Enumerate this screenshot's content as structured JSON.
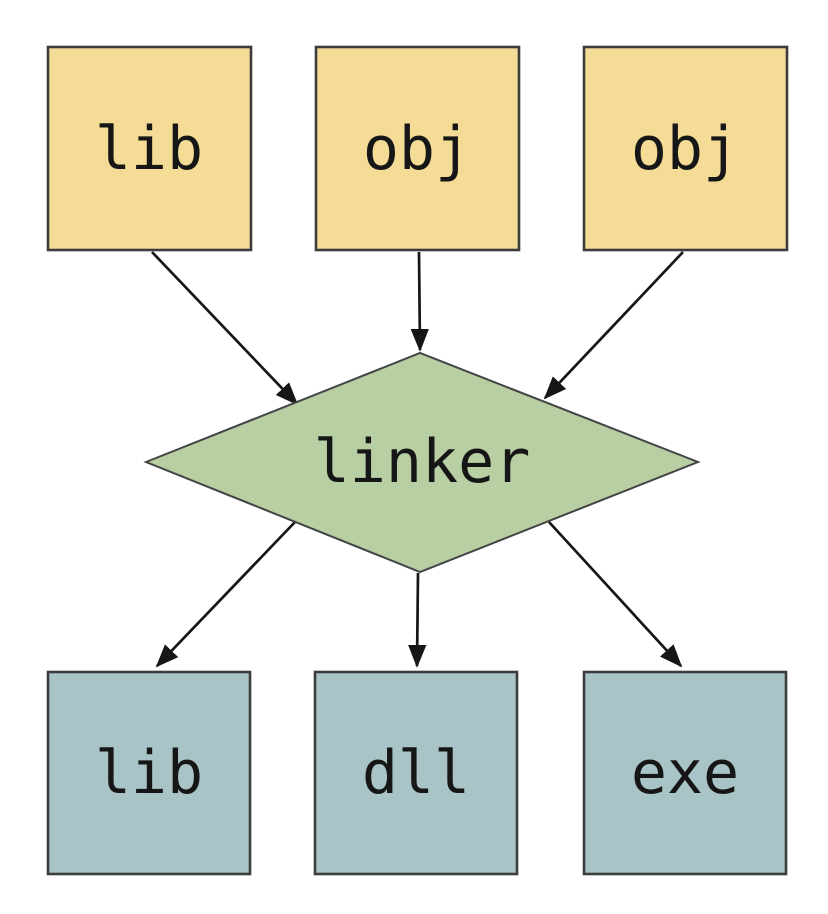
{
  "diagram": {
    "inputs": [
      {
        "label": "lib"
      },
      {
        "label": "obj"
      },
      {
        "label": "obj"
      }
    ],
    "process": {
      "label": "linker"
    },
    "outputs": [
      {
        "label": "lib"
      },
      {
        "label": "dll"
      },
      {
        "label": "exe"
      }
    ],
    "colors": {
      "input_fill": "#f5dc96",
      "process_fill": "#b7cfa3",
      "output_fill": "#a9c4c7",
      "node_stroke": "#3c3c3c",
      "edge": "#161616",
      "text": "#161616",
      "background": "#ffffff"
    }
  }
}
